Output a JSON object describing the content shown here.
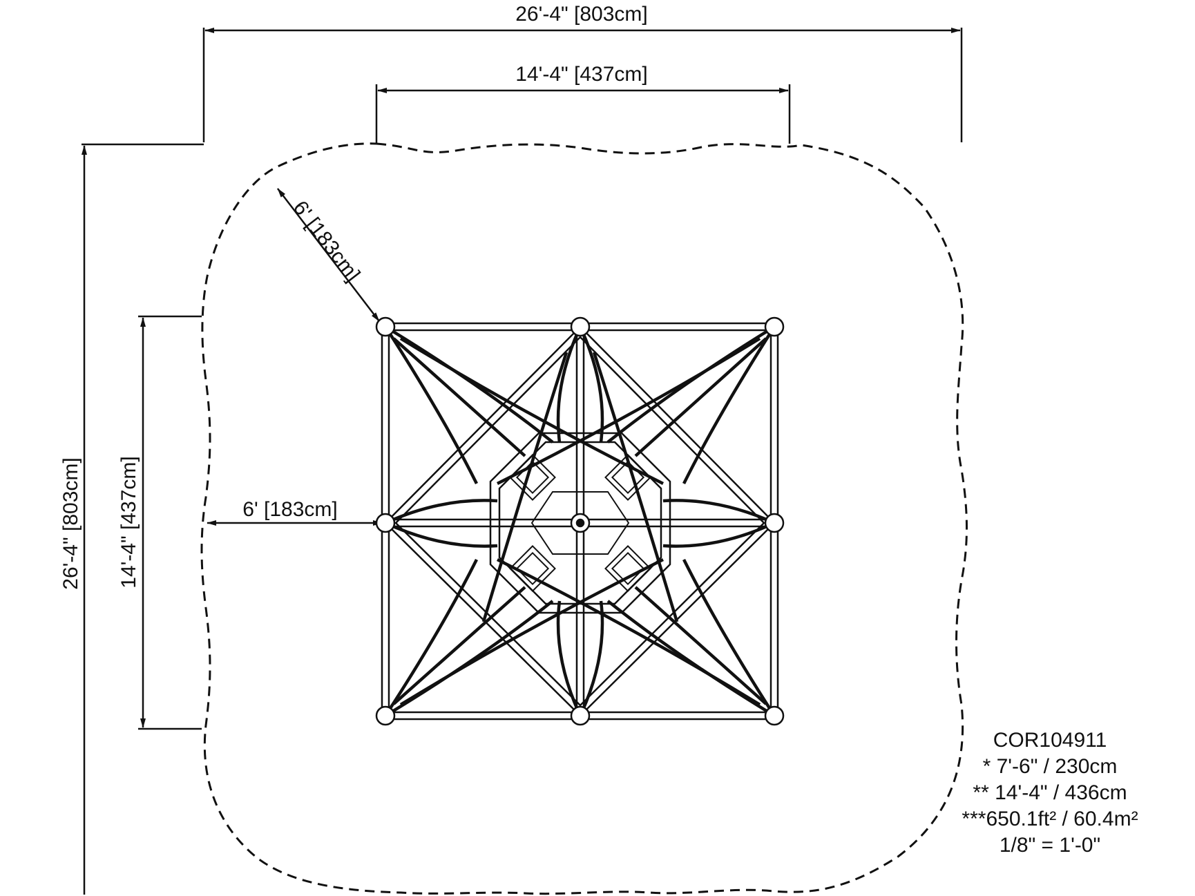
{
  "dimensions": {
    "overall_width": "26'-4\" [803cm]",
    "structure_width": "14'-4\" [437cm]",
    "overall_height": "26'-4\" [803cm]",
    "structure_height": "14'-4\" [437cm]",
    "side_clearance": "6' [183cm]",
    "corner_clearance": "6' [183cm]"
  },
  "notes": {
    "model": "COR104911",
    "line1": "* 7'-6\" / 230cm",
    "line2": "** 14'-4\" / 436cm",
    "line3": "***650.1ft² / 60.4m²",
    "scale": "1/8\" = 1'-0\""
  }
}
